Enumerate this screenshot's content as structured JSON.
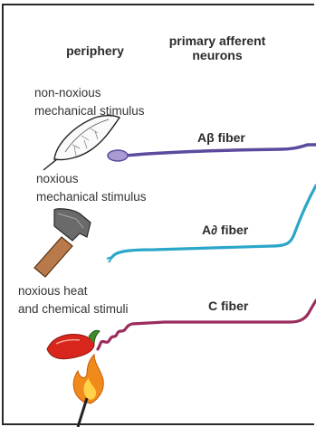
{
  "headers": {
    "periphery": "periphery",
    "neurons_line1": "primary afferent",
    "neurons_line2": "neurons"
  },
  "stimuli": [
    {
      "line1": "non-noxious",
      "line2": "mechanical stimulus",
      "icon": "feather-icon"
    },
    {
      "line1": "noxious",
      "line2": "mechanical stimulus",
      "icon": "hammer-icon"
    },
    {
      "line1": "noxious heat",
      "line2": "and chemical stimuli",
      "icon": "chili-pepper-icon"
    }
  ],
  "fibers": [
    {
      "label": "Aβ fiber",
      "color": "#5b4a9e"
    },
    {
      "label": "A∂ fiber",
      "color": "#2aa6c9"
    },
    {
      "label": "C fiber",
      "color": "#9a2d5e"
    }
  ],
  "flame_icon": "flame-icon"
}
